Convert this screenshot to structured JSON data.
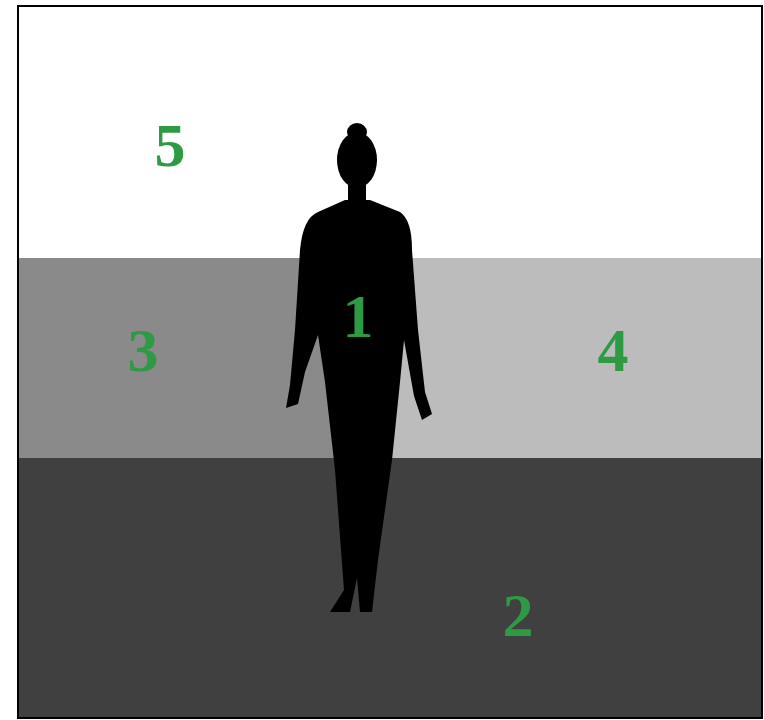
{
  "diagram": {
    "labels": [
      "5",
      "1",
      "3",
      "4",
      "2"
    ]
  }
}
